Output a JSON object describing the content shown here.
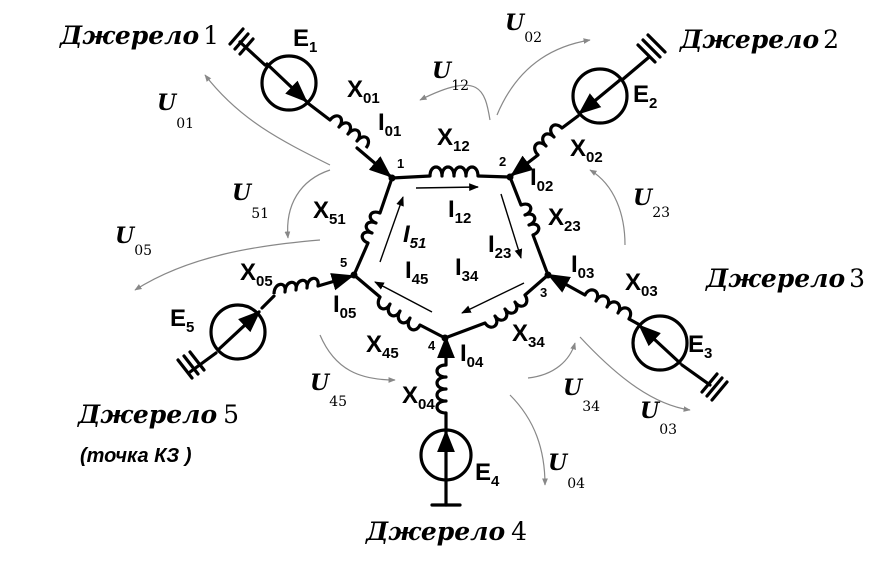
{
  "sources": {
    "s1": {
      "label": "Джерело",
      "num": "1",
      "emf": "E",
      "emf_sub": "1"
    },
    "s2": {
      "label": "Джерело",
      "num": "2",
      "emf": "E",
      "emf_sub": "2"
    },
    "s3": {
      "label": "Джерело",
      "num": "3",
      "emf": "E",
      "emf_sub": "3"
    },
    "s4": {
      "label": "Джерело",
      "num": "4",
      "emf": "E",
      "emf_sub": "4"
    },
    "s5": {
      "label": "Джерело",
      "num": "5",
      "emf": "E",
      "emf_sub": "5",
      "note": "(точка КЗ )"
    }
  },
  "nodes": {
    "n1": "1",
    "n2": "2",
    "n3": "3",
    "n4": "4",
    "n5": "5"
  },
  "reactances": {
    "x01": {
      "sym": "X",
      "sub": "01"
    },
    "x02": {
      "sym": "X",
      "sub": "02"
    },
    "x03": {
      "sym": "X",
      "sub": "03"
    },
    "x04": {
      "sym": "X",
      "sub": "04"
    },
    "x05": {
      "sym": "X",
      "sub": "05"
    },
    "x12": {
      "sym": "X",
      "sub": "12"
    },
    "x23": {
      "sym": "X",
      "sub": "23"
    },
    "x34": {
      "sym": "X",
      "sub": "34"
    },
    "x45": {
      "sym": "X",
      "sub": "45"
    },
    "x51": {
      "sym": "X",
      "sub": "51"
    }
  },
  "currents": {
    "i01": {
      "sym": "I",
      "sub": "01"
    },
    "i02": {
      "sym": "I",
      "sub": "02"
    },
    "i03": {
      "sym": "I",
      "sub": "03"
    },
    "i04": {
      "sym": "I",
      "sub": "04"
    },
    "i05": {
      "sym": "I",
      "sub": "05"
    },
    "i12": {
      "sym": "I",
      "sub": "12"
    },
    "i23": {
      "sym": "I",
      "sub": "23"
    },
    "i34": {
      "sym": "I",
      "sub": "34"
    },
    "i45": {
      "sym": "I",
      "sub": "45"
    },
    "i51": {
      "sym": "I",
      "sub": "51"
    }
  },
  "voltages": {
    "u01": {
      "sym": "U",
      "sub": "01"
    },
    "u02": {
      "sym": "U",
      "sub": "02"
    },
    "u03": {
      "sym": "U",
      "sub": "03"
    },
    "u04": {
      "sym": "U",
      "sub": "04"
    },
    "u05": {
      "sym": "U",
      "sub": "05"
    },
    "u12": {
      "sym": "U",
      "sub": "12"
    },
    "u23": {
      "sym": "U",
      "sub": "23"
    },
    "u34": {
      "sym": "U",
      "sub": "34"
    },
    "u45": {
      "sym": "U",
      "sub": "45"
    },
    "u51": {
      "sym": "U",
      "sub": "51"
    }
  }
}
